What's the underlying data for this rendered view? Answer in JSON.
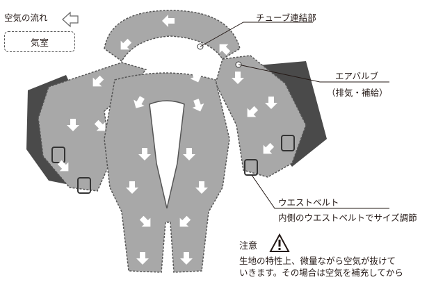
{
  "legend": {
    "airflow_label": "空気の流れ",
    "chamber_label": "気室"
  },
  "callouts": {
    "tube": "チューブ連結部",
    "valve": "エアバルブ",
    "valve_sub": "（排気・補給）",
    "belt": "ウエストベルト",
    "belt_sub": "内側のウエストベルトでサイズ調節"
  },
  "caution": {
    "title": "注意",
    "line1": "生地の特性上、微量ながら空気が抜けて",
    "line2": "いきます。その場合は空気を補充してから"
  },
  "colors": {
    "vest_fill": "#8f8f8f",
    "vest_dark": "#4a4a4a",
    "chamber_fill": "#a8a8a8",
    "arrow": "#ffffff",
    "text": "#231815"
  }
}
